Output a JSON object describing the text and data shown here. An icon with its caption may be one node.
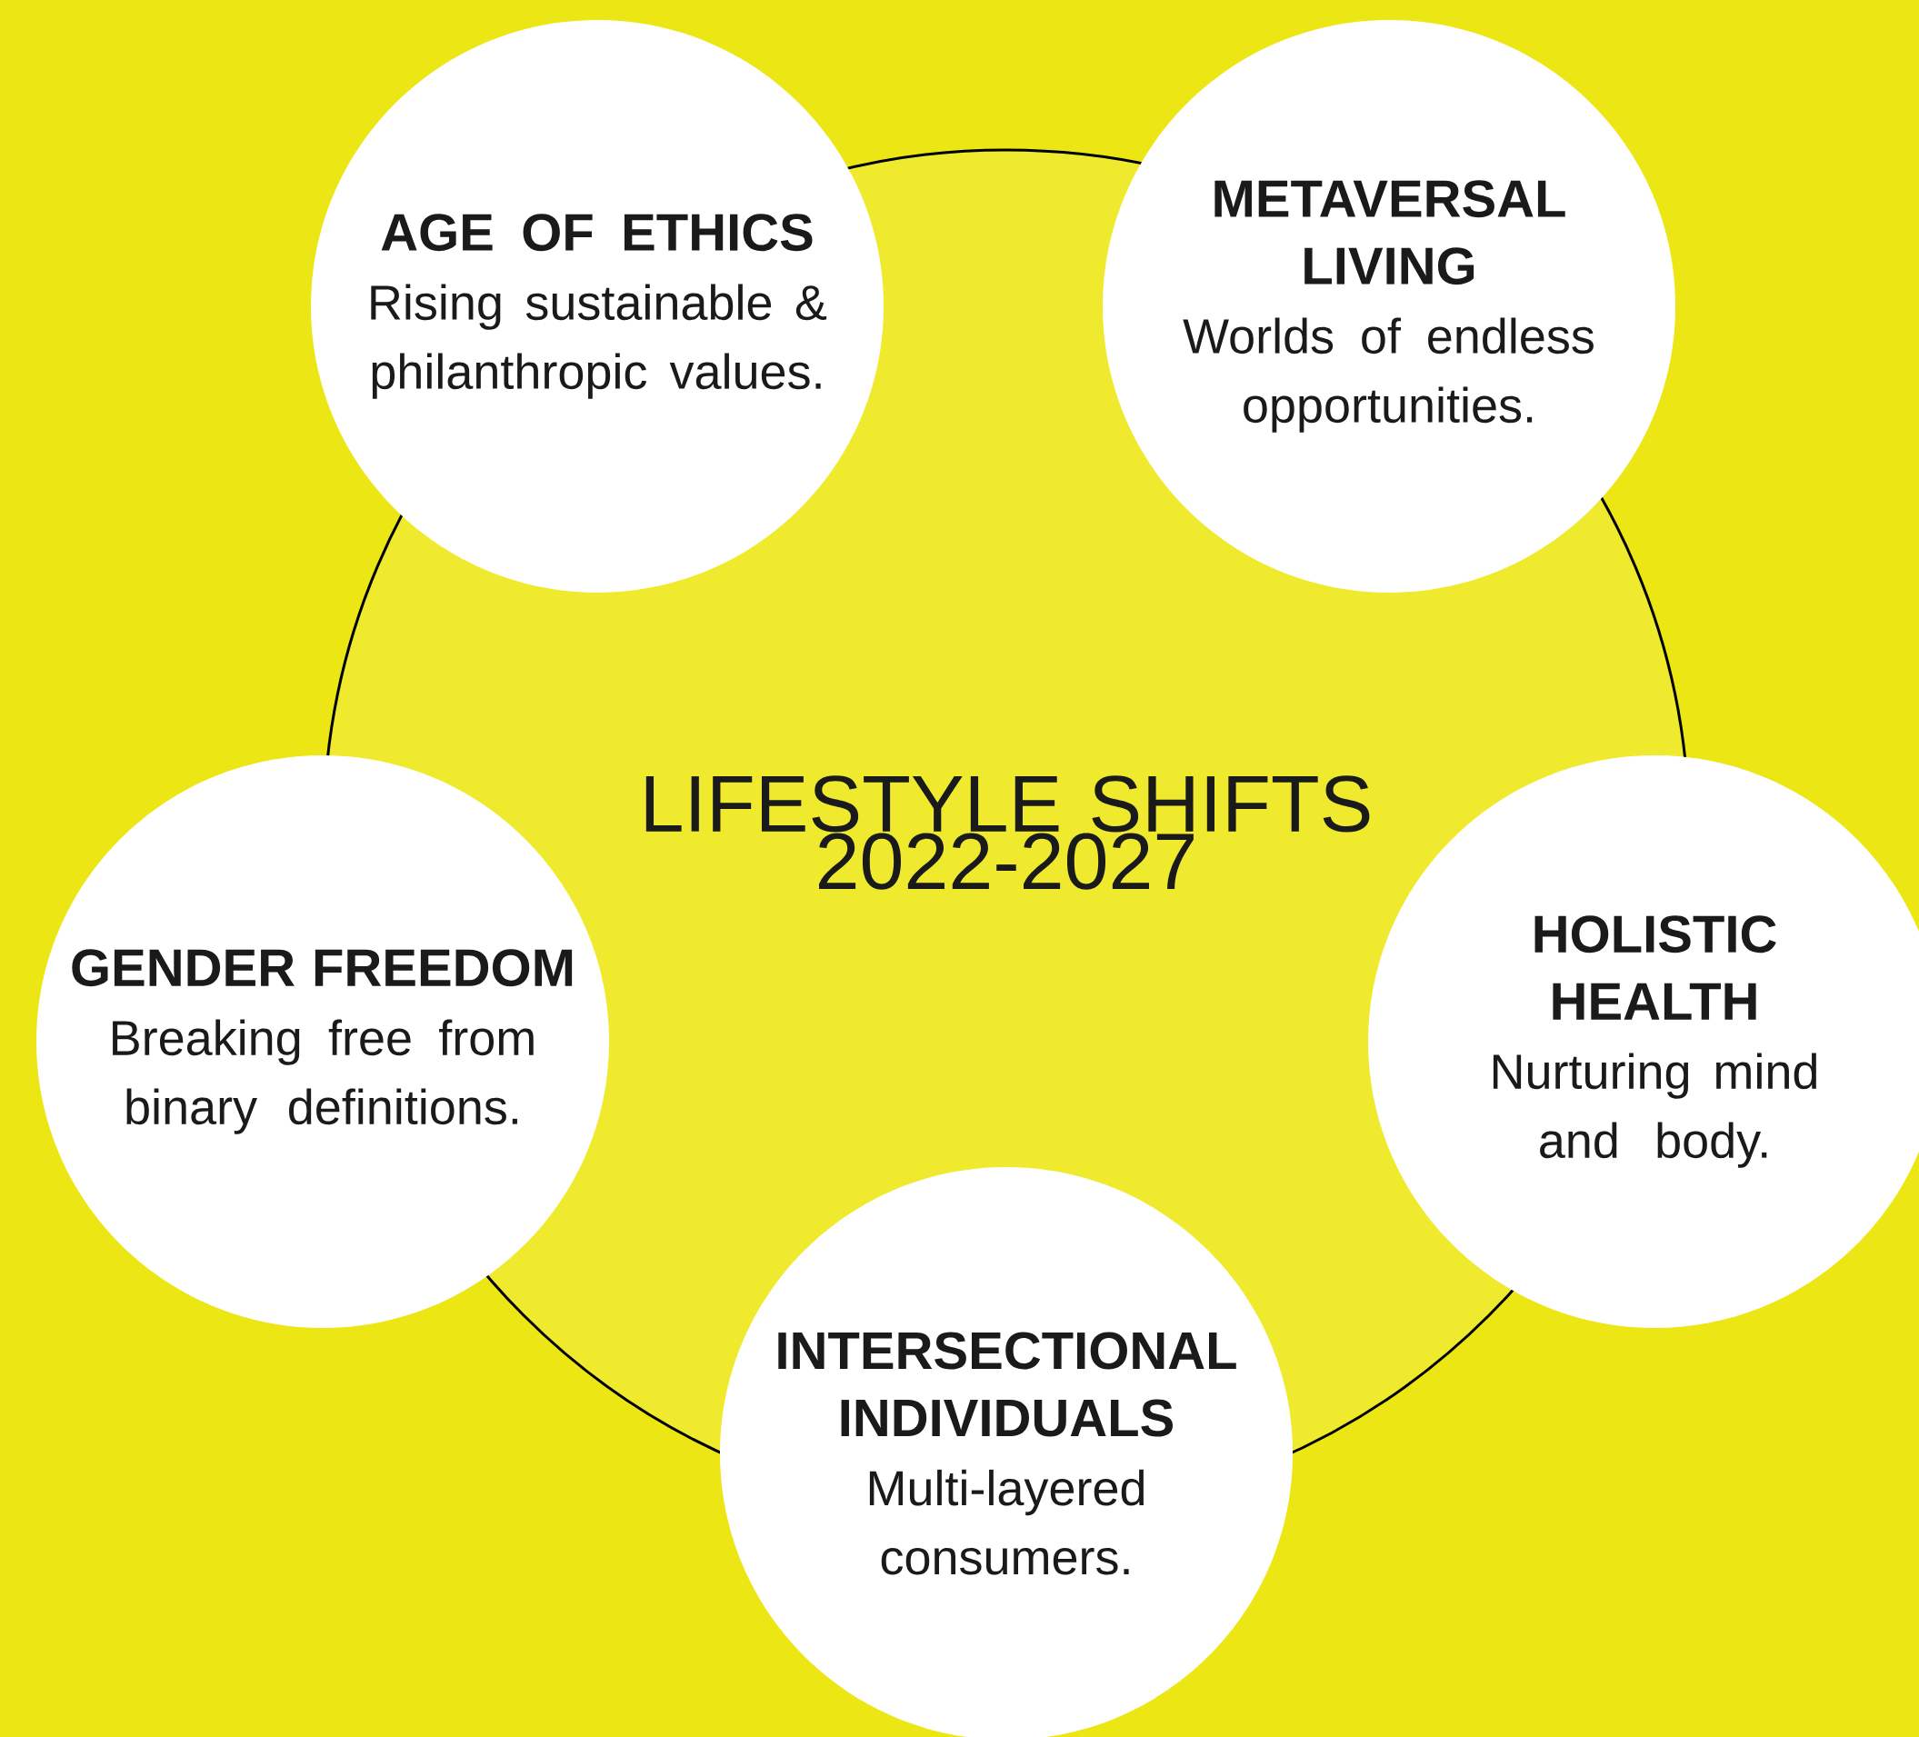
{
  "diagram": {
    "nodes": [
      {
        "text": [
          "LIFESTYLE SHIFTS 2022-2027"
        ]
      },
      {
        "text": [
          "AGE OF ETHICS",
          "Rising sustainable & philanthropic values."
        ]
      },
      {
        "text": [
          "METAVERSAL LIVING",
          "Worlds of endless opportunities."
        ]
      },
      {
        "text": [
          "GENDER FREEDOM",
          "Breaking free from binary definitions."
        ]
      },
      {
        "text": [
          "HOLISTIC HEALTH",
          "Nurturing mind and body."
        ]
      },
      {
        "text": [
          "INTERSECTIONAL INDIVIDUALS",
          "Multi-layered consumers."
        ]
      }
    ]
  }
}
